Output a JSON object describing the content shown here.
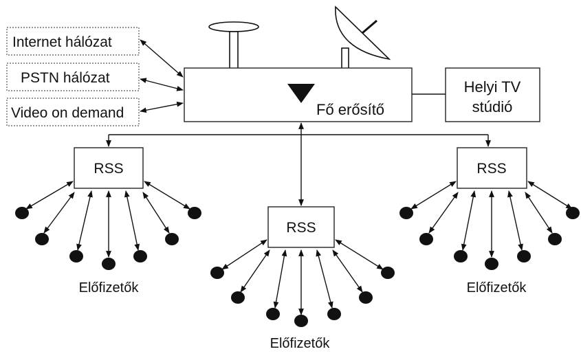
{
  "sources": [
    {
      "label": "Internet hálózat"
    },
    {
      "label": "PSTN hálózat"
    },
    {
      "label": "Video on demand"
    }
  ],
  "main_amp": {
    "label": "Fő erősítő"
  },
  "studio": {
    "line1": "Helyi TV",
    "line2": "stúdió"
  },
  "rss": {
    "label": "RSS"
  },
  "subscribers": {
    "label": "Előfizetők"
  }
}
